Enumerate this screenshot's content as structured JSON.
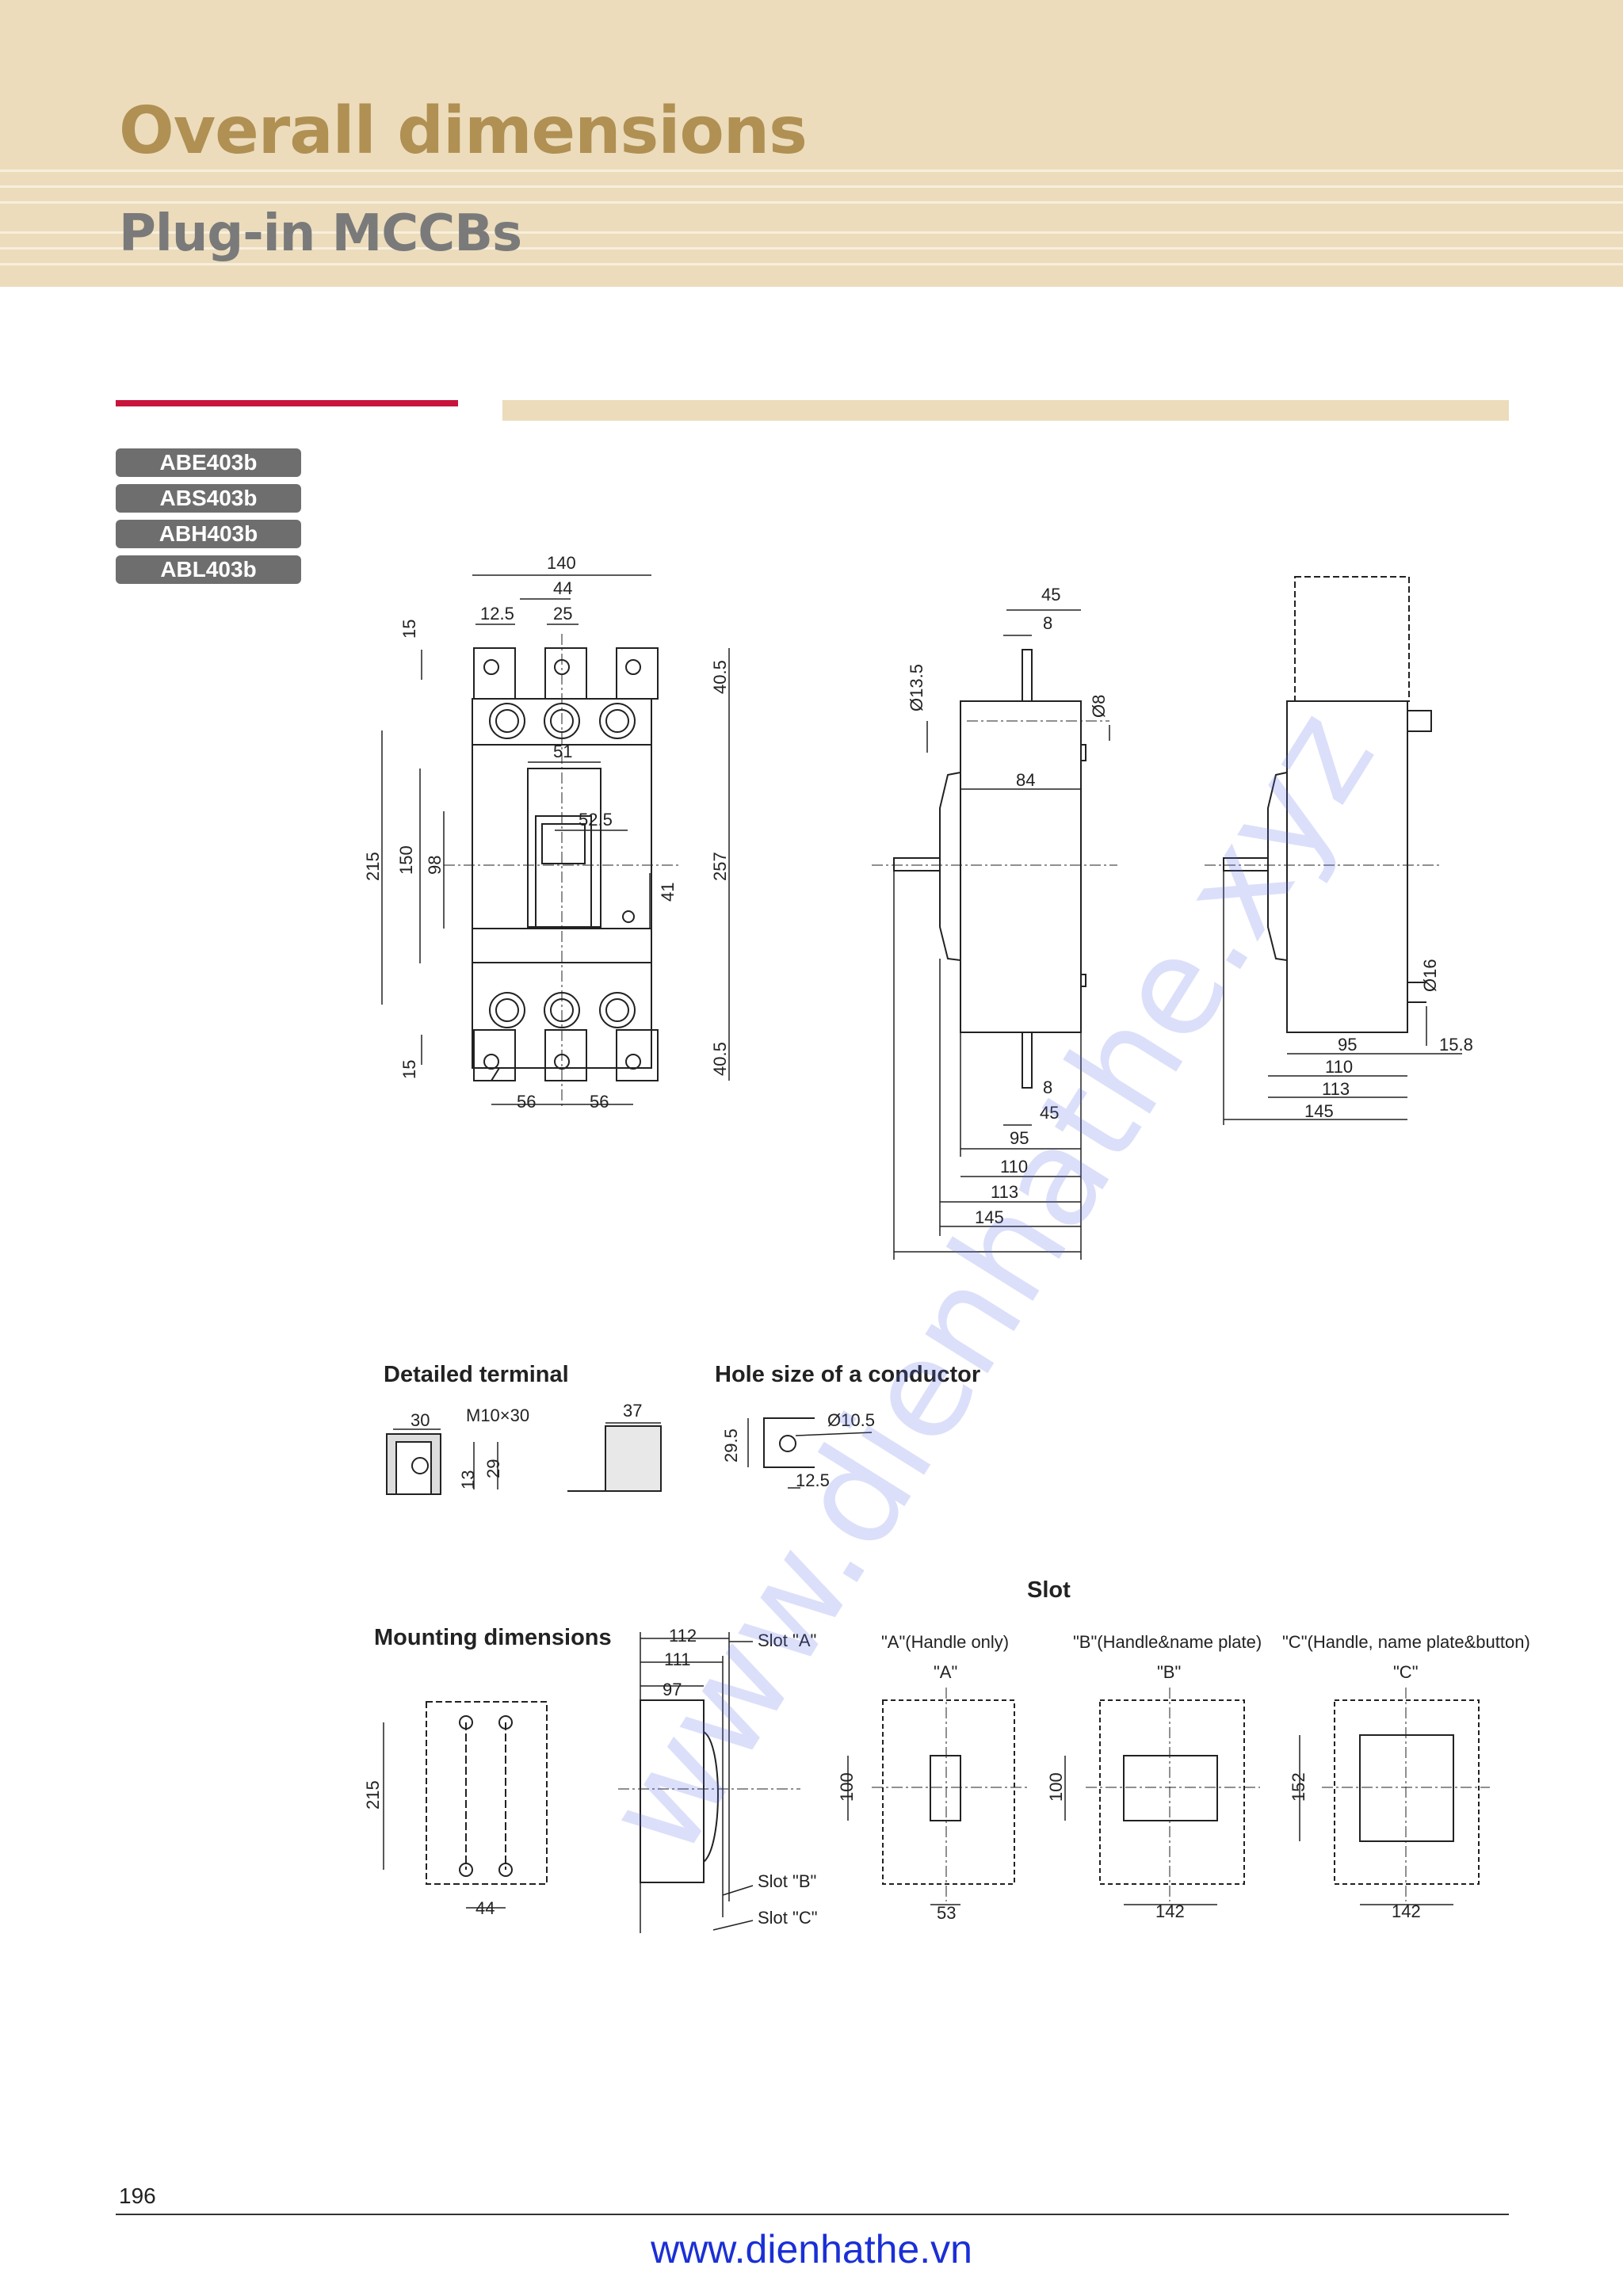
{
  "header": {
    "title": "Overall dimensions",
    "subtitle": "Plug-in  MCCBs"
  },
  "models": [
    "ABE403b",
    "ABS403b",
    "ABH403b",
    "ABL403b"
  ],
  "front_view": {
    "widths": {
      "w140": "140",
      "w44": "44",
      "w12_5": "12.5",
      "w25": "25",
      "w51": "51",
      "w52_5": "52.5",
      "w56a": "56",
      "w56b": "56"
    },
    "heights": {
      "h15_top": "15",
      "h40_5_top": "40.5",
      "h215": "215",
      "h150": "150",
      "h98": "98",
      "h41": "41",
      "h257": "257",
      "h15_bottom": "15",
      "h40_5_bottom": "40.5"
    }
  },
  "side_view": {
    "d45": "45",
    "d8": "8",
    "d13_5": "Ø13.5",
    "d8b": "Ø8",
    "d84": "84",
    "d8_bottom": "8",
    "d45_bottom": "45",
    "d95": "95",
    "d110": "110",
    "d113": "113",
    "d145": "145"
  },
  "side_view_2": {
    "d16": "Ø16",
    "d15_8": "15.8",
    "d95": "95",
    "d110": "110",
    "d113": "113",
    "d145": "145"
  },
  "detailed_terminal": {
    "heading": "Detailed terminal",
    "d30": "30",
    "screw": "M10×30",
    "d13": "13",
    "d29": "29",
    "d37": "37"
  },
  "conductor_hole": {
    "heading": "Hole size of a conductor",
    "d29_5": "29.5",
    "d10_5": "Ø10.5",
    "d12_5": "12.5"
  },
  "mounting": {
    "heading": "Mounting dimensions",
    "d215": "215",
    "d44": "44",
    "d112": "112",
    "d111": "111",
    "d97": "97",
    "slot_a": "Slot \"A\"",
    "slot_b": "Slot \"B\"",
    "slot_c": "Slot \"C\""
  },
  "slot": {
    "heading": "Slot",
    "a": {
      "label": "\"A\"(Handle only)",
      "tag": "\"A\"",
      "height": "100",
      "width": "53"
    },
    "b": {
      "label": "\"B\"(Handle&name plate)",
      "tag": "\"B\"",
      "height": "100",
      "width": "142"
    },
    "c": {
      "label": "\"C\"(Handle, name plate&button)",
      "tag": "\"C\"",
      "height": "152",
      "width": "142"
    }
  },
  "footer": {
    "page_number": "196",
    "website": "www.dienhathe.vn"
  },
  "watermark": "www.dienhathe.xyz"
}
